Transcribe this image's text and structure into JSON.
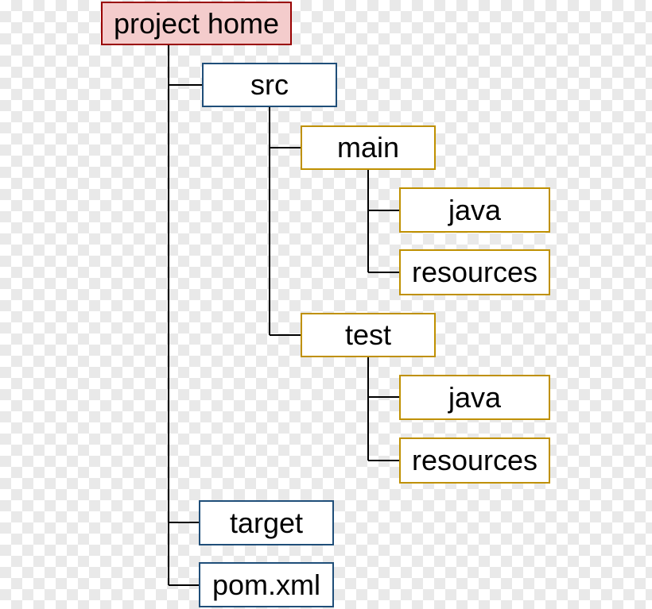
{
  "tree": {
    "root": "project home",
    "src": "src",
    "main": "main",
    "main_java": "java",
    "main_resources": "resources",
    "test": "test",
    "test_java": "java",
    "test_resources": "resources",
    "target": "target",
    "pom": "pom.xml"
  },
  "colors": {
    "root_fill": "#f4cccc",
    "root_border": "#990000",
    "blue_border": "#1f4e79",
    "gold_border": "#bf9000",
    "connector": "#000000"
  }
}
